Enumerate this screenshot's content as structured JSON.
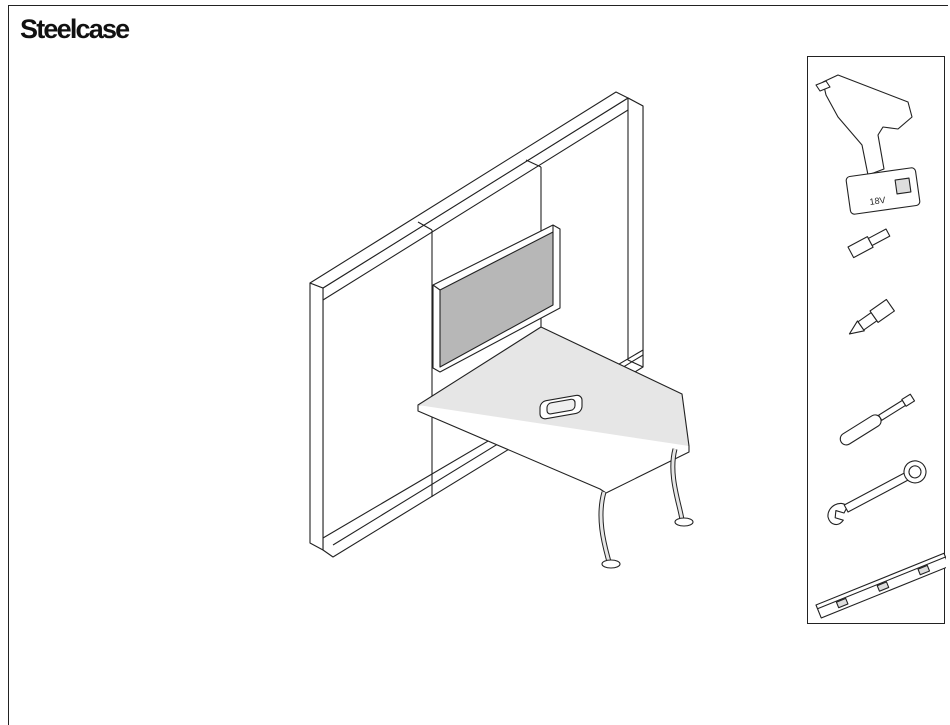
{
  "brand": {
    "name": "Steelcase"
  },
  "illustration": {
    "subject": "panel-mounted-monitor-and-freestanding-table",
    "colors": {
      "line": "#222222",
      "monitor_screen": "#b7b7b7",
      "surface": "#e6e6e6",
      "panel": "#ffffff"
    }
  },
  "tools_panel": {
    "tools": [
      {
        "icon": "cordless-drill-icon",
        "label": "18V"
      },
      {
        "icon": "hex-bit-icon"
      },
      {
        "icon": "phillips-bit-icon"
      },
      {
        "icon": "nut-driver-icon"
      },
      {
        "icon": "combination-wrench-icon"
      },
      {
        "icon": "level-icon"
      }
    ]
  }
}
